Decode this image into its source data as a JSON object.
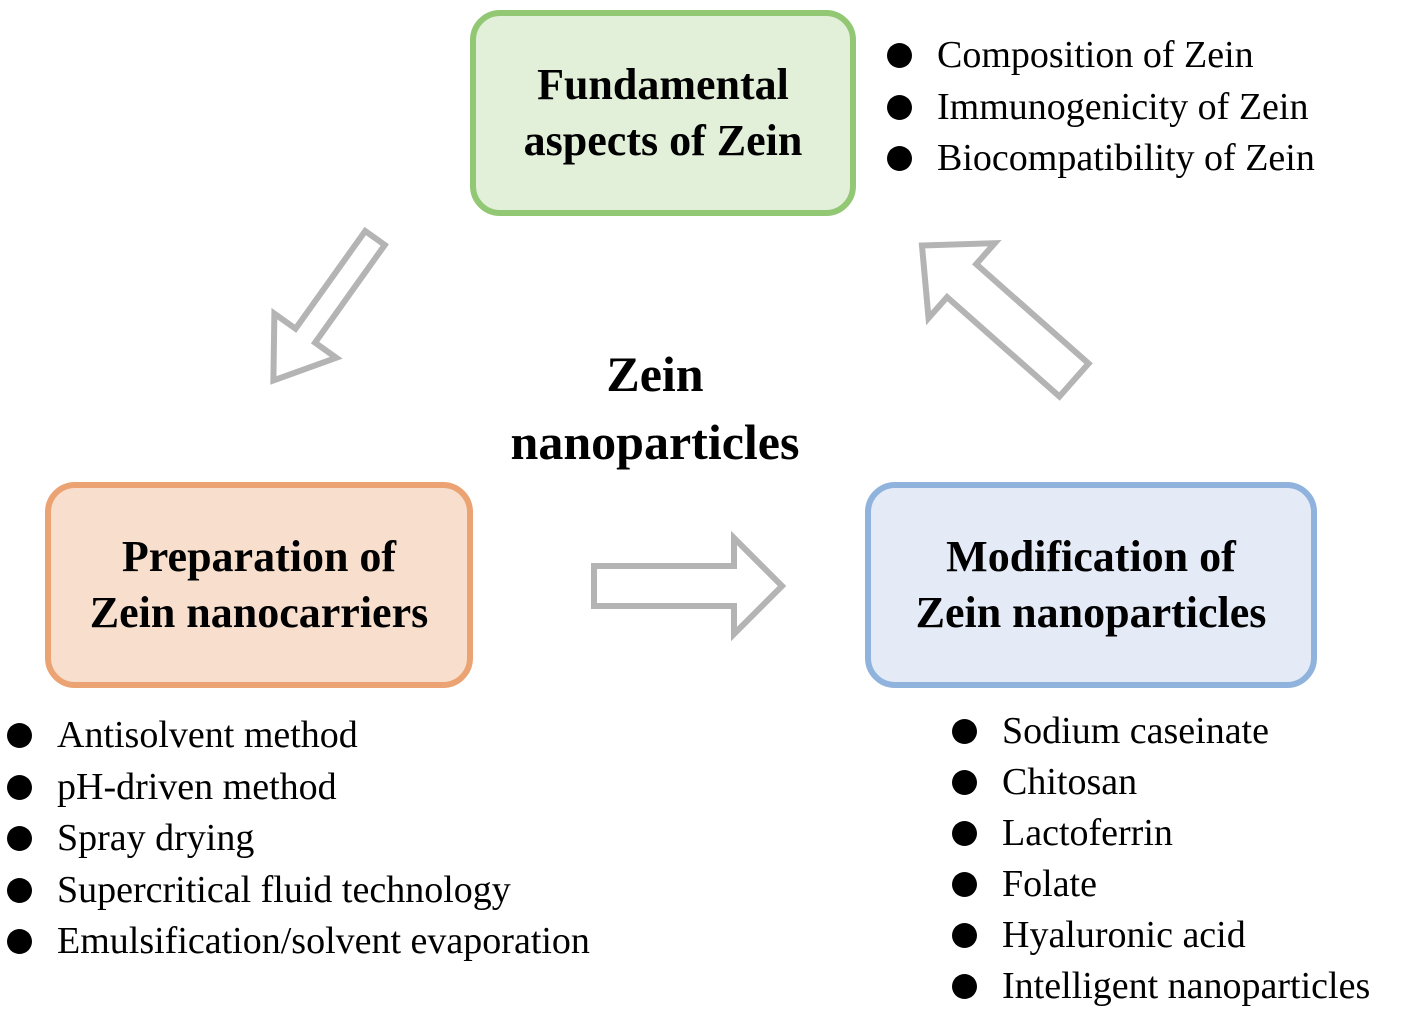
{
  "center": {
    "line1": "Zein",
    "line2": "nanoparticles"
  },
  "boxes": {
    "top": {
      "line1": "Fundamental",
      "line2": "aspects of Zein",
      "fill": "#e2efd9",
      "border": "#92c774"
    },
    "left": {
      "line1": "Preparation of",
      "line2": "Zein nanocarriers",
      "fill": "#f8dfcd",
      "border": "#eba373"
    },
    "right": {
      "line1": "Modification of",
      "line2": "Zein nanoparticles",
      "fill": "#e4ebf7",
      "border": "#8fb3dc"
    }
  },
  "lists": {
    "top": [
      "Composition of Zein",
      "Immunogenicity of Zein",
      "Biocompatibility of Zein"
    ],
    "left": [
      "Antisolvent method",
      "pH-driven method",
      "Spray drying",
      "Supercritical fluid technology",
      "Emulsification/solvent evaporation"
    ],
    "right": [
      "Sodium caseinate",
      "Chitosan",
      "Lactoferrin",
      "Folate",
      "Hyaluronic acid",
      "Intelligent nanoparticles"
    ]
  },
  "colors": {
    "arrow_stroke": "#b4b4b4"
  },
  "icons": {
    "bullet": "filled-circle-bullet",
    "arrow": "hollow-block-arrow"
  }
}
